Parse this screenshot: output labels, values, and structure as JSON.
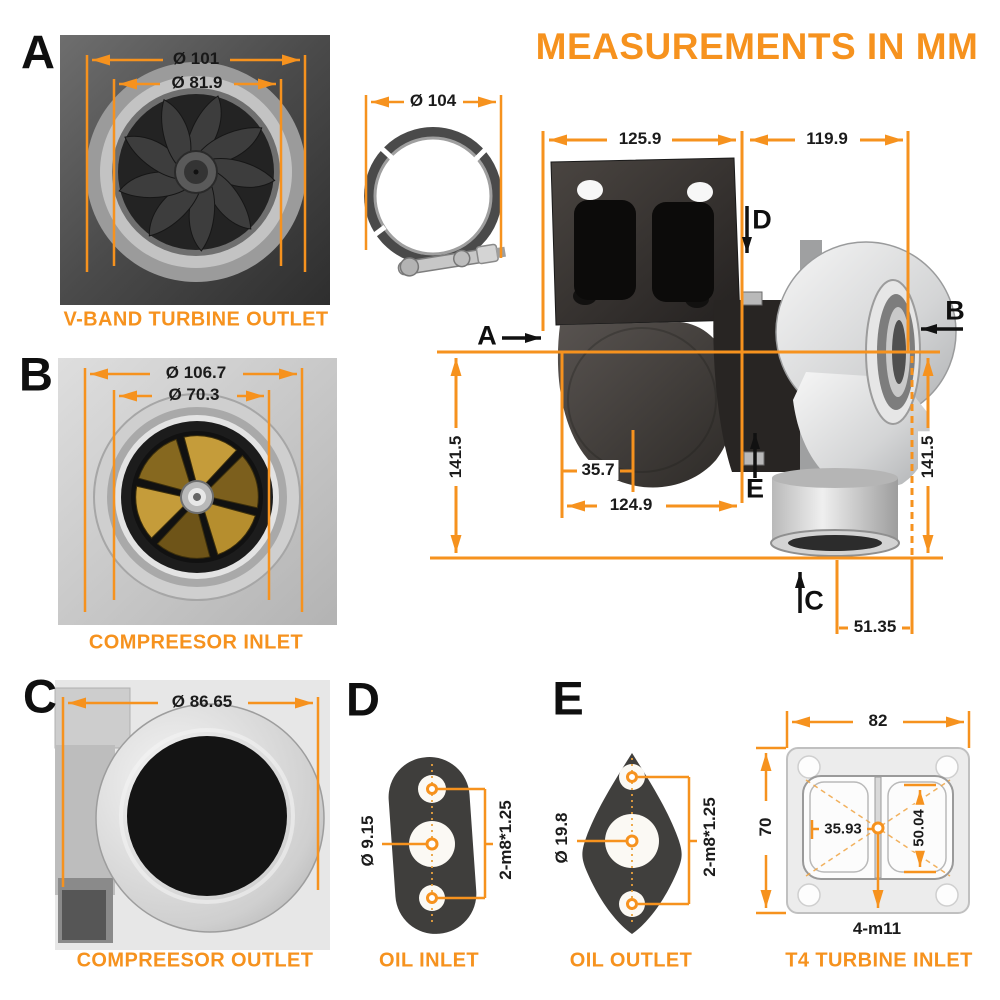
{
  "title": "MEASUREMENTS IN MM",
  "colors": {
    "accent": "#F6921E",
    "ink": "#1B1B1B"
  },
  "sections": {
    "a": {
      "letter": "A",
      "caption": "V-BAND TURBINE OUTLET",
      "outer_dia": "Ø 101",
      "inner_dia": "Ø 81.9"
    },
    "clamp": {
      "dia": "Ø 104"
    },
    "b": {
      "letter": "B",
      "caption": "COMPREESOR INLET",
      "outer_dia": "Ø 106.7",
      "inner_dia": "Ø 70.3"
    },
    "c": {
      "letter": "C",
      "caption": "COMPREESOR OUTLET",
      "dia": "Ø 86.65"
    },
    "d": {
      "letter": "D",
      "caption": "OIL INLET",
      "hole_dia": "Ø 9.15",
      "thread": "2-m8*1.25"
    },
    "e": {
      "letter": "E",
      "caption": "OIL OUTLET",
      "hole_dia": "Ø 19.8",
      "thread": "2-m8*1.25"
    },
    "t4": {
      "caption": "T4 TURBINE INLET",
      "width": "82",
      "height": "70",
      "port_width": "35.93",
      "port_height": "50.04",
      "bolt_spec": "4-m11"
    }
  },
  "main_view": {
    "top_left_width": "125.9",
    "top_right_width": "119.9",
    "left_height": "141.5",
    "right_height": "141.5",
    "hub_offset": "35.7",
    "housing_width": "124.9",
    "outlet_offset": "51.35",
    "pointer_a": "A",
    "pointer_b": "B",
    "pointer_c": "C",
    "pointer_d": "D",
    "pointer_e": "E"
  }
}
